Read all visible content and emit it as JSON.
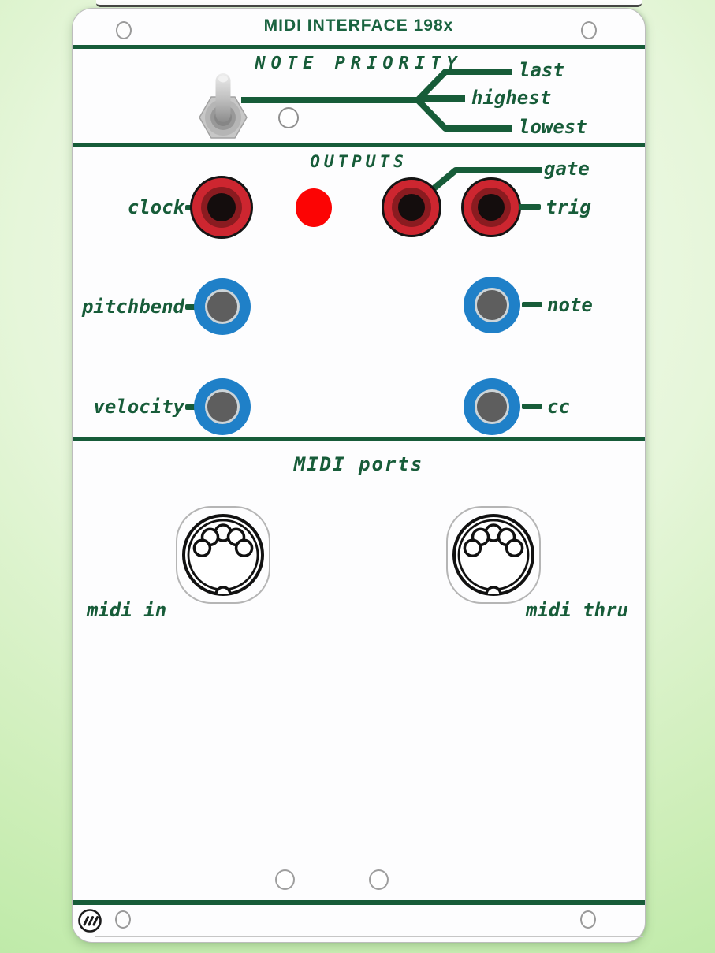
{
  "header": {
    "title": "MIDI INTERFACE 198x"
  },
  "note_priority": {
    "title": "NOTE PRIORITY",
    "last": "last",
    "highest": "highest",
    "lowest": "lowest"
  },
  "outputs": {
    "title": "OUTPUTS",
    "clock": "clock",
    "gate": "gate",
    "trig": "trig",
    "pitchbend": "pitchbend",
    "note": "note",
    "velocity": "velocity",
    "cc": "cc"
  },
  "midi_ports": {
    "title": "MIDI ports",
    "in": "midi in",
    "thru": "midi thru"
  },
  "colors": {
    "panel_green": "#175c39",
    "jack_red": "#cd2630",
    "jack_red_ring": "#8a1b20",
    "jack_center_black": "#140d0d",
    "led_red": "#fc0404",
    "jack_blue": "#1f80c8",
    "jack_center_gray": "#5e5e5e",
    "background_green": "#b5e89e"
  }
}
